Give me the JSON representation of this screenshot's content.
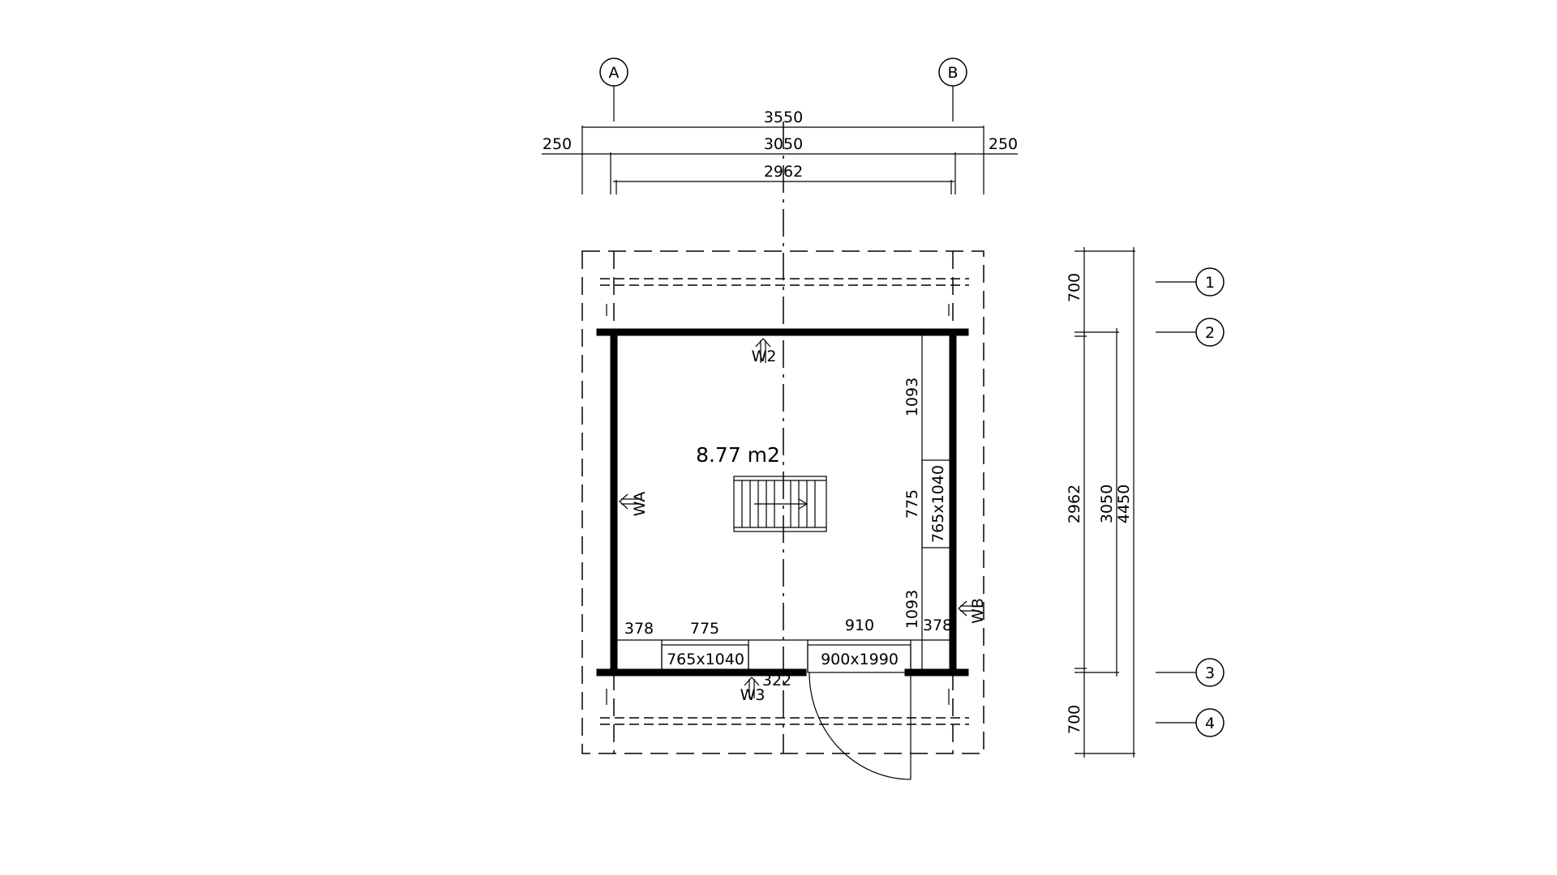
{
  "grid_axes": {
    "columns": [
      "A",
      "B"
    ],
    "rows": [
      "1",
      "2",
      "3",
      "4"
    ]
  },
  "dimensions_top": {
    "overall": "3550",
    "axis_to_axis": "3050",
    "inner": "2962",
    "overhang_left": "250",
    "overhang_right": "250"
  },
  "dimensions_right": {
    "top_overhang": "700",
    "inner": "2962",
    "axis_to_axis": "3050",
    "overall": "4450",
    "bottom_overhang": "700"
  },
  "room": {
    "area": "8.77 m2"
  },
  "walls": {
    "top": "W2",
    "bottom": "W3",
    "left": "WA",
    "right": "WB"
  },
  "openings": {
    "right_window_size": "765x1040",
    "right_seg_top": "1093",
    "right_seg_mid": "775",
    "right_seg_bottom": "1093",
    "bottom_window_size": "765x1040",
    "door_size": "900x1990",
    "bottom_seg_left": "378",
    "bottom_seg_window": "775",
    "bottom_seg_door": "910",
    "bottom_seg_right": "378",
    "bottom_gap": "322"
  }
}
